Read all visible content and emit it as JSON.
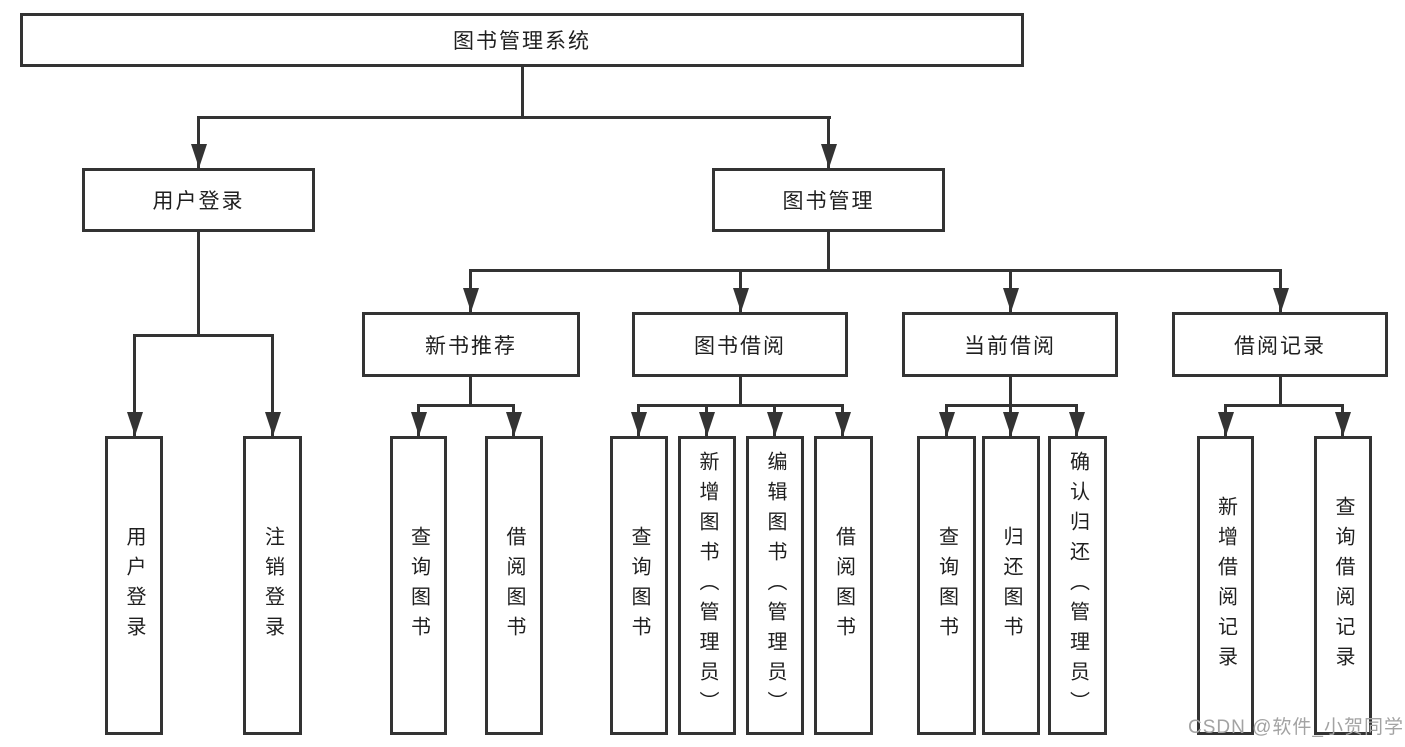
{
  "diagram": {
    "root": "图书管理系统",
    "level2": {
      "user_login": "用户登录",
      "book_mgmt": "图书管理"
    },
    "level3": {
      "new_book_rec": "新书推荐",
      "book_borrow": "图书借阅",
      "current_borrow": "当前借阅",
      "borrow_record": "借阅记录"
    },
    "leaves": {
      "user_login": [
        "用户登录",
        "注销登录"
      ],
      "new_book_rec": [
        "查询图书",
        "借阅图书"
      ],
      "book_borrow": [
        "查询图书",
        "新增图书（管理员）",
        "编辑图书（管理员）",
        "借阅图书"
      ],
      "current_borrow": [
        "查询图书",
        "归还图书",
        "确认归还（管理员）"
      ],
      "borrow_record": [
        "新增借阅记录",
        "查询借阅记录"
      ]
    }
  },
  "watermark": "CSDN @软件_小贺同学",
  "colors": {
    "line": "#333333",
    "border": "#333333",
    "fill": "#ffffff",
    "text": "#1f1f1f",
    "watermark": "#a3a3a3",
    "bg": "#ffffff"
  }
}
